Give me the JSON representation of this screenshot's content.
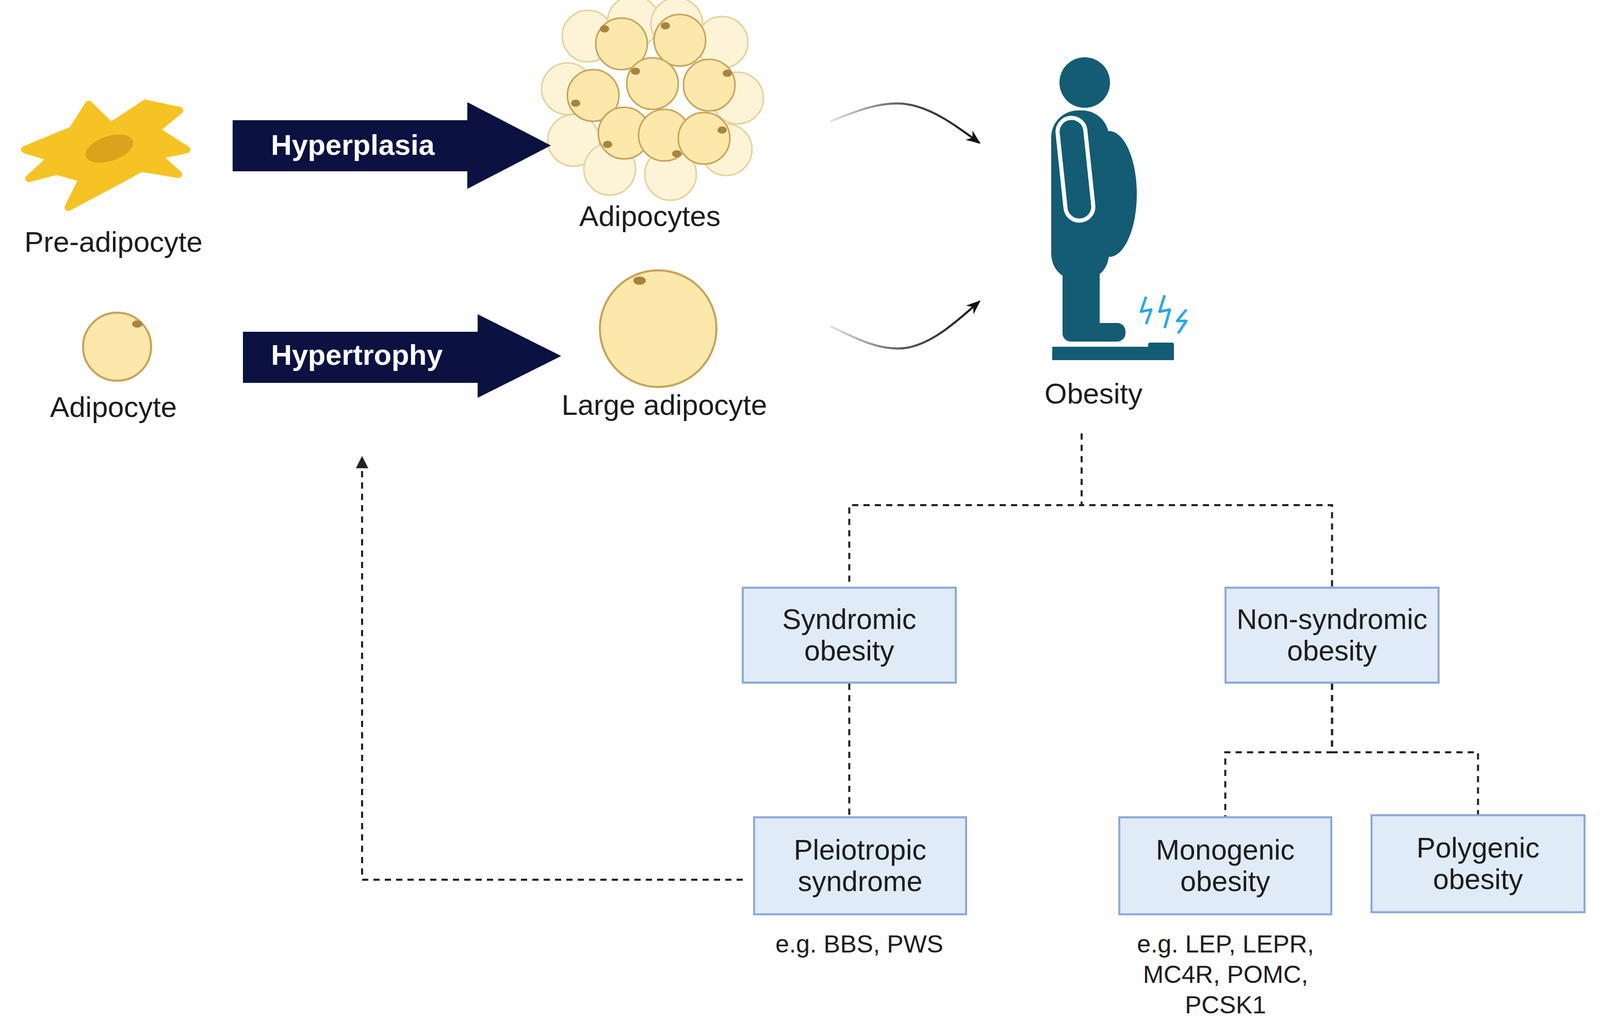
{
  "diagram": {
    "nodes": [
      {
        "text": [
          "Pre-adipocyte"
        ]
      },
      {
        "text": [
          "Hyperplasia"
        ]
      },
      {
        "text": [
          "Adipocytes"
        ]
      },
      {
        "text": [
          "Adipocyte"
        ]
      },
      {
        "text": [
          "Hypertrophy"
        ]
      },
      {
        "text": [
          "Large adipocyte"
        ]
      },
      {
        "text": [
          "Obesity"
        ]
      },
      {
        "text": [
          "Syndromic obesity"
        ]
      },
      {
        "text": [
          "Non-syndromic obesity"
        ]
      },
      {
        "text": [
          "Pleiotropic syndrome"
        ]
      },
      {
        "text": [
          "Monogenic obesity"
        ]
      },
      {
        "text": [
          "Polygenic obesity"
        ]
      }
    ],
    "edges": [
      {
        "from": 2,
        "to": 6,
        "arrow": "to"
      },
      {
        "from": 5,
        "to": 6,
        "arrow": "to"
      },
      {
        "from": 6,
        "to": 7,
        "arrow": "none"
      },
      {
        "from": 6,
        "to": 8,
        "arrow": "none"
      },
      {
        "from": 7,
        "to": 9,
        "arrow": "none"
      },
      {
        "from": 8,
        "to": 10,
        "arrow": "none"
      },
      {
        "from": 8,
        "to": 11,
        "arrow": "none"
      },
      {
        "from": 9,
        "to": 4,
        "arrow": "to"
      }
    ],
    "labels": [
      "e.g. BBS, PWS",
      "e.g. LEP, LEPR, MC4R, POMC, PCSK1"
    ]
  }
}
